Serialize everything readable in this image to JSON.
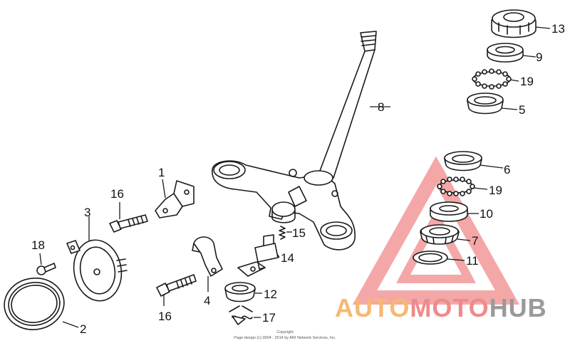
{
  "colors": {
    "line": "#1a1a1a",
    "watermark_red": "#f08a8a",
    "watermark_orange": "#f5b971",
    "watermark_gray": "#9a9a9a"
  },
  "labels": {
    "p1": "1",
    "p2": "2",
    "p3": "3",
    "p4": "4",
    "p5": "5",
    "p6": "6",
    "p7": "7",
    "p8": "8",
    "p9": "9",
    "p10": "10",
    "p11": "11",
    "p12": "12",
    "p13": "13",
    "p14": "14",
    "p15": "15",
    "p16a": "16",
    "p16b": "16",
    "p17": "17",
    "p18": "18",
    "p19a": "19",
    "p19b": "19"
  },
  "copyright": {
    "line1": "Copyright",
    "line2": "Page design (c) 2004 - 2014 by ARI Network Services, Inc."
  },
  "watermark": {
    "auto": "AUTO",
    "moto": "MOTO",
    "hub": "HUB"
  }
}
